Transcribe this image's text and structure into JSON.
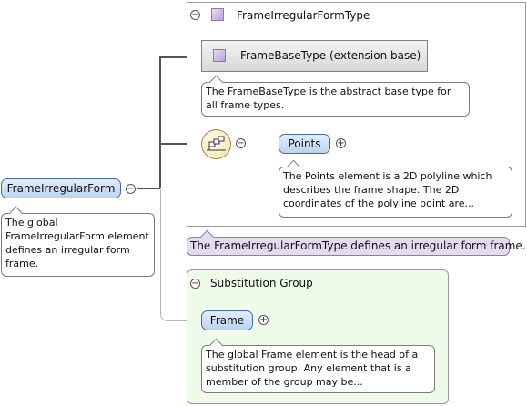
{
  "colors": {
    "element_fill": "#cddff6",
    "element_border": "#3d6fb0",
    "type_desc_fill": "#e3dcef",
    "substitution_fill": "#effbe9",
    "connector": "#555555"
  },
  "icons": {
    "collapse": "minus-circle-icon",
    "expand": "plus-circle-icon",
    "type": "complex-type-icon",
    "compositor": "sequence-compositor-icon"
  },
  "complex_type": {
    "collapse_symbol": "−",
    "name": "FrameIrregularFormType",
    "base": {
      "label": "FrameBaseType (extension base)",
      "note": "The FrameBaseType is the abstract base type for all frame types."
    },
    "sequence": {
      "collapse_symbol": "−",
      "elements": [
        {
          "name": "Points",
          "expand_symbol": "+",
          "note": "The Points element is a 2D polyline which describes the frame shape. The 2D coordinates of the polyline point are..."
        }
      ]
    },
    "description": "The FrameIrregularFormType defines an irregular form frame."
  },
  "root_element": {
    "name": "FrameIrregularForm",
    "collapse_symbol": "−",
    "note": "The global FrameIrregularForm element defines an irregular form frame."
  },
  "substitution_group": {
    "collapse_symbol": "−",
    "title": "Substitution Group",
    "element": {
      "name": "Frame",
      "expand_symbol": "+",
      "note": "The global Frame element is the head of a substitution group. Any element that is a member of the group may be..."
    }
  }
}
